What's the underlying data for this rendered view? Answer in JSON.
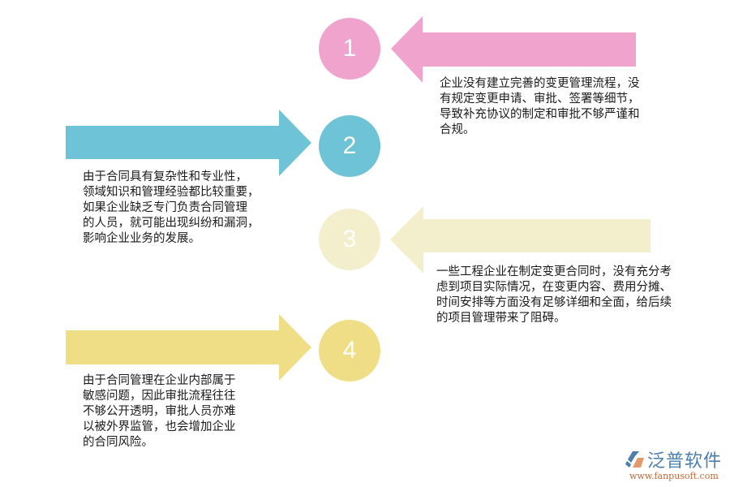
{
  "colors": {
    "pink": "#f0a3cd",
    "blue": "#6fc3d6",
    "cream": "#f3eecc",
    "yellow": "#f0de87",
    "text": "#1a1a1a",
    "logo_blue": "#4a7fb0",
    "logo_orange": "#e39a6a"
  },
  "steps": [
    {
      "number": "1",
      "color": "#f0a3cd",
      "direction": "left",
      "text": "企业没有建立完善的变更管理流程，没\n有规定变更申请、审批、签署等细节，\n导致补充协议的制定和审批不够严谨和\n合规。"
    },
    {
      "number": "2",
      "color": "#6fc3d6",
      "direction": "right",
      "text": "由于合同具有复杂性和专业性，\n领域知识和管理经验都比较重要，\n如果企业缺乏专门负责合同管理\n的人员，就可能出现纠纷和漏洞，\n影响企业业务的发展。"
    },
    {
      "number": "3",
      "color": "#f3eecc",
      "direction": "left",
      "text": "一些工程企业在制定变更合同时，没有充分考\n虑到项目实际情况，在变更内容、费用分摊、\n时间安排等方面没有足够详细和全面，给后续\n的项目管理带来了阻碍。"
    },
    {
      "number": "4",
      "color": "#f0de87",
      "direction": "right",
      "text": "由于合同管理在企业内部属于\n敏感问题，因此审批流程往往\n不够公开透明，审批人员亦难\n以被外界监管，也会增加企业\n的合同风险。"
    }
  ],
  "logo": {
    "name": "泛普软件",
    "url": "www.fanpusoft.com"
  }
}
